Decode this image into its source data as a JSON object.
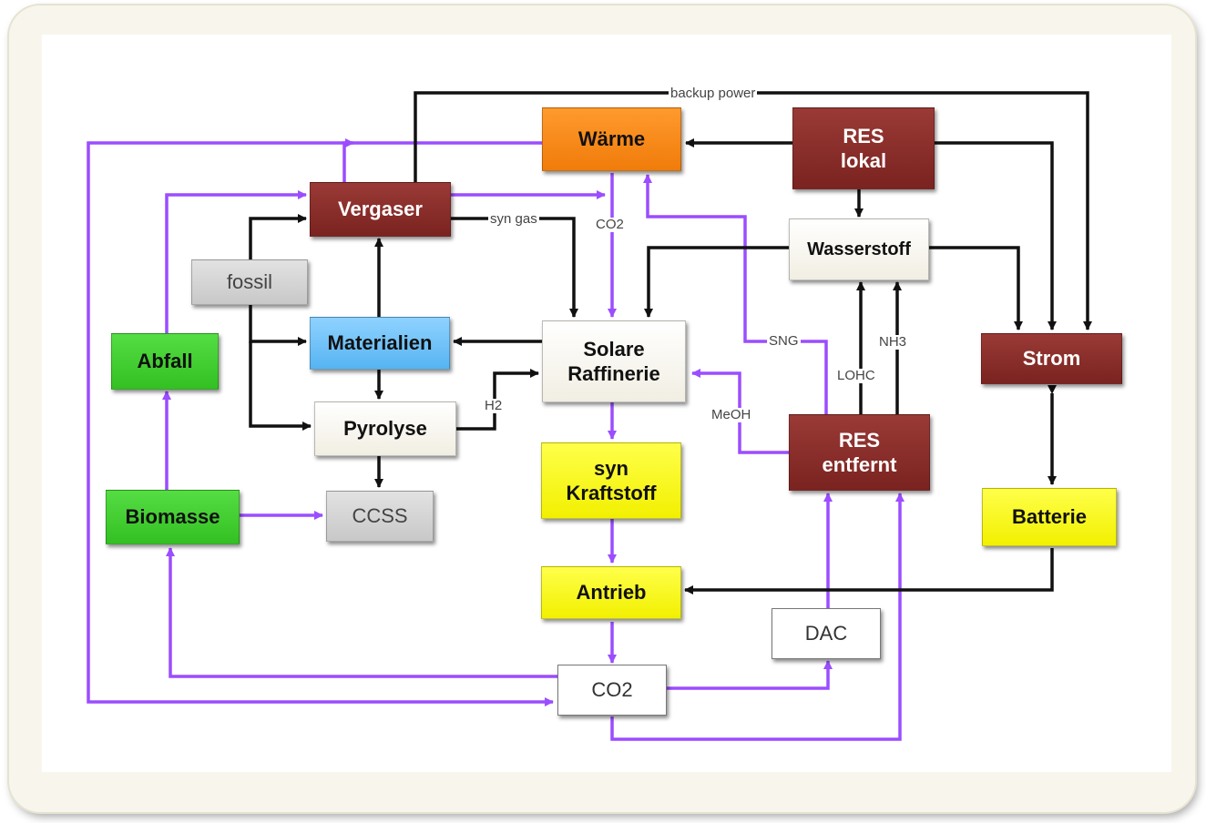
{
  "nodes": {
    "waerme": "Wärme",
    "res_lokal": "RES\nlokal",
    "vergaser": "Vergaser",
    "wasserstoff": "Wasserstoff",
    "fossil": "fossil",
    "materialien": "Materialien",
    "solare_raffinerie": "Solare\nRaffinerie",
    "strom": "Strom",
    "abfall": "Abfall",
    "pyrolyse": "Pyrolyse",
    "res_entfernt": "RES\nentfernt",
    "syn_kraftstoff": "syn\nKraftstoff",
    "biomasse": "Biomasse",
    "ccss": "CCSS",
    "batterie": "Batterie",
    "antrieb": "Antrieb",
    "dac": "DAC",
    "co2": "CO2"
  },
  "edge_labels": {
    "backup_power": "backup power",
    "syn_gas": "syn gas",
    "co2": "CO2",
    "sng": "SNG",
    "nh3": "NH3",
    "lohc": "LOHC",
    "meoh": "MeOH",
    "h2": "H2"
  },
  "colors": {
    "black_flow": "#111111",
    "purple_flow": "#9b4dff",
    "red_node": "#8a2c28",
    "orange_node": "#f68a1c",
    "green_node": "#44cf33",
    "blue_node": "#73c4fa",
    "yellow_node": "#fafa20"
  }
}
